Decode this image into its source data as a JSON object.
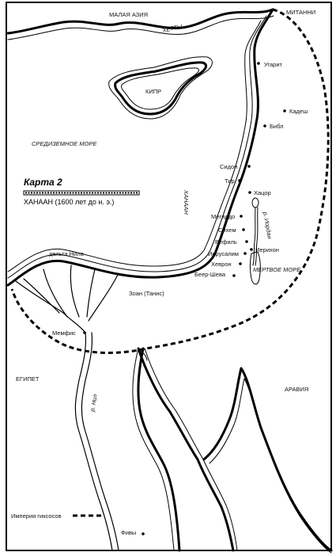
{
  "map": {
    "title": "Карта 2",
    "subtitle": "ХАНААН (1600 лет до н. э.)",
    "legend": {
      "label": "Империя гиксосов",
      "line_style": "dashed"
    },
    "regions": {
      "asia_minor": "МАЛАЯ АЗИЯ",
      "hittites": "ХЕТТЫ",
      "mitanni": "МИТАННИ",
      "cyprus": "КИПР",
      "mediterranean": "СРЕДИЗЕМНОЕ МОРЕ",
      "canaan": "ХАНААН",
      "egypt": "ЕГИПЕТ",
      "arabia": "АРАВИЯ",
      "dead_sea": "МЕРТВОЕ МОРЕ",
      "nile_delta": "дельта Нила"
    },
    "rivers": {
      "jordan": "р. Иордан",
      "nile": "р. Нил"
    },
    "cities": {
      "ugarit": "Угарит",
      "kadesh": "Кадеш",
      "byblos": "Библ",
      "sidon": "Сидон",
      "tyre": "Тир",
      "hazor": "Хацор",
      "megiddo": "Мегиддо",
      "shechem": "Сихем",
      "bethel": "Вефиль",
      "jerusalem": "Иерусалим",
      "jericho": "Иерихон",
      "hebron": "Хеврон",
      "beersheba": "Беер-Шева",
      "zoan": "Зоан (Танис)",
      "memphis": "Мемфис",
      "thebes": "Фивы"
    },
    "colors": {
      "ink": "#000000",
      "paper": "#ffffff"
    }
  }
}
